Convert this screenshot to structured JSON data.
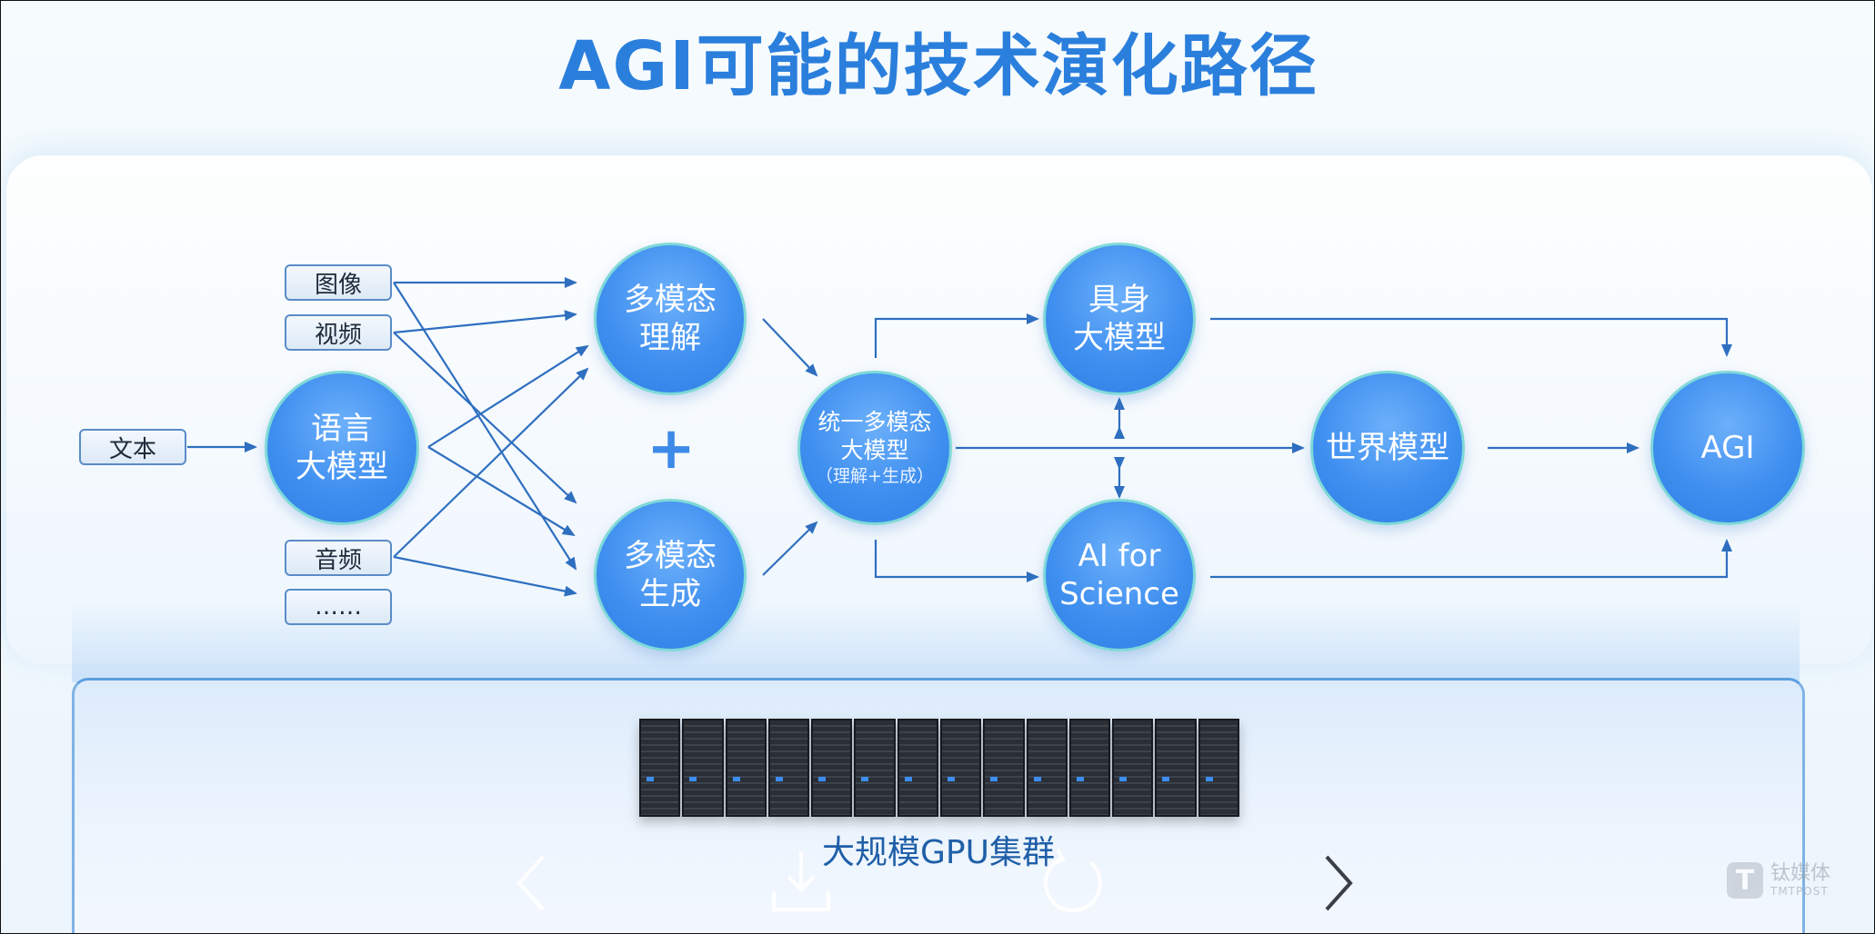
{
  "title": "AGI可能的技术演化路径",
  "inputs": {
    "text": "文本",
    "image": "图像",
    "video": "视频",
    "audio": "音频",
    "more": "……"
  },
  "nodes": {
    "llm": [
      "语言",
      "大模型"
    ],
    "mm_understand": [
      "多模态",
      "理解"
    ],
    "mm_generate": [
      "多模态",
      "生成"
    ],
    "plus": "+",
    "unified": [
      "统一多模态",
      "大模型"
    ],
    "unified_sub": "（理解+生成）",
    "embodied": [
      "具身",
      "大模型"
    ],
    "ai_science": [
      "AI for",
      "Science"
    ],
    "world_model": "世界模型",
    "agi": "AGI"
  },
  "infrastructure": {
    "label": "大规模GPU集群"
  },
  "watermark": {
    "name_cn": "钛媒体",
    "name_en": "TMTPOST"
  },
  "icons": [
    "chevron-left-icon",
    "download-icon",
    "refresh-icon",
    "chevron-right-icon"
  ],
  "colors": {
    "title": "#2b7fdc",
    "arrow": "#2f6fc0",
    "node_fill": "#3f8ff0",
    "node_border": "#7ed9d8"
  }
}
